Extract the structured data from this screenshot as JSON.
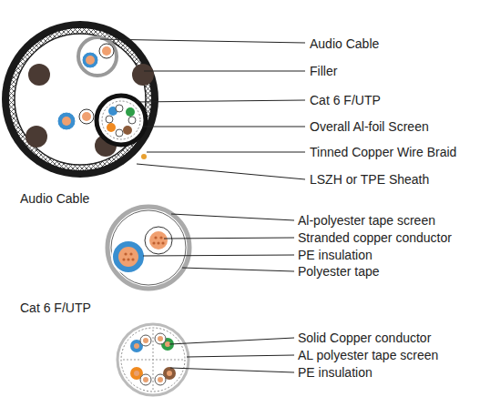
{
  "diagram": {
    "labels": [
      "Audio Cable",
      "Filler",
      "Cat 6 F/UTP",
      "Overall Al-foil Screen",
      "Tinned Copper Wire Braid",
      "LSZH or TPE Sheath",
      "Audio Cable",
      "Al-polyester tape screen",
      "Stranded copper conductor",
      "PE insulation",
      "Polyester tape",
      "Cat 6 F/UTP",
      "Solid Copper conductor",
      "AL polyester tape screen",
      "PE insulation"
    ]
  }
}
